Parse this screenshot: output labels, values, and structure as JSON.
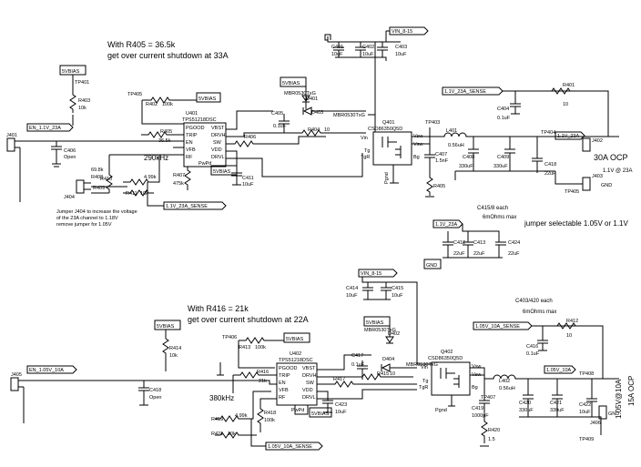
{
  "notes": {
    "top_r405": "With R405 = 36.5k",
    "top_r405_2": "get over current shutdown at 33A",
    "bottom_r416": "With R416 = 21k",
    "bottom_r416_2": "get over current shutdown at 22A",
    "jumper1": "Jumper J404 to increase the voltage",
    "jumper2": "of the 23A channel to 1.18V",
    "jumper3": "remove jumper for 1.05V",
    "c415": "C415/8 each",
    "c415b": "6mOhms max",
    "jumper_sel": "jumper selectable 1.05V or 1.1V",
    "c403": "C403/420 each",
    "c403b": "6mOhms max",
    "ocp30": "30A OCP",
    "out11": "1.1V @ 23A",
    "ocp15": "15A OCP",
    "out105": "1.05V@10A"
  },
  "nets": {
    "vin_top": "VIN_8-15",
    "vin_bot": "VIN_8-15",
    "vbias1": "5VBIAS",
    "vbias2": "5VBIAS",
    "vbias3": "5VBIAS",
    "vbias4": "5VBIAS",
    "vbias5": "5VBIAS",
    "vbias6": "5VBIAS",
    "vbias7": "5VBIAS",
    "en_11": "EN_1.1V_23A",
    "en_105": "EN_1.05V_10A",
    "sense_11a": "1.1V_23A_SENSE",
    "sense_11b": "1.1V_23A_SENSE",
    "out_11": "1.1V_23A",
    "out_11b": "1.1V_23A",
    "gnd": "GND",
    "sense_105a": "1.05V_10A_SENSE",
    "sense_105b": "1.05V_10A_SENSE",
    "out_105": "1.05V_10A"
  },
  "refs": {
    "tp401": "TP401",
    "r403": "R403",
    "r403v": "10k",
    "tp405": "TP405",
    "r402": "R402",
    "r402v": "100k",
    "u401": "U401",
    "u401p": "TPS51218DSC",
    "r405": "R405",
    "r405v": "36.5k",
    "f290": "290kHz",
    "r408": "R408",
    "r408v": "69.8k",
    "r410": "R410",
    "r410v": "4.99k",
    "r409": "R409",
    "r411": "R411",
    "r411v": "10k",
    "r407": "R407",
    "r407v": "475k",
    "c405": "C405",
    "c405v": "0.1uF",
    "d401": "D401",
    "d401p": "MBR0530TxG",
    "d403": "D403",
    "d403p": "MBR0530TxG",
    "r404": "R404",
    "r404v": "10",
    "r406": "R406",
    "c411": "C411",
    "c411v": "10uF",
    "c401": "C401",
    "c401v": "10uF",
    "c402": "C402",
    "c402v": "10uF",
    "c403": "C403",
    "c403v": "10uF",
    "q401": "Q401",
    "q401p": "CSD86350Q5D",
    "tp403": "TP403",
    "l401": "L401",
    "l401v": "0.56uH",
    "c407": "C407",
    "c407v": "1.5nF",
    "c408": "C408",
    "c408v": "330uF",
    "c409": "C409",
    "c409v": "330uF",
    "c418": "C418",
    "c418v": "22uF",
    "r405b": "R405",
    "c404": "C404",
    "c404v": "0.1uF",
    "r401": "R401",
    "r401v": "10",
    "tp404": "TP404",
    "tp405b": "TP405",
    "j402": "J402",
    "j403": "J403",
    "gndlbl": "GND",
    "c406": "C406",
    "c406v": "Open",
    "j401": "J401",
    "j404": "J404",
    "c412": "C412",
    "c413": "C413",
    "c424": "C424",
    "c22uf": "22uF",
    "c414": "C414",
    "c414v": "10uF",
    "c415": "C415",
    "c415v": "10uF",
    "tp406": "TP406",
    "r413": "R413",
    "r413v": "100k",
    "r414": "R414",
    "r414v": "10k",
    "u402": "U402",
    "u402p": "TPS51218DSC",
    "r416": "R416",
    "r416v": "21k",
    "f380": "380kHz",
    "r419": "R419",
    "r419v": "4.99k",
    "r421": "R421",
    "r421v": "10k",
    "r418": "R418",
    "r418v": "100k",
    "c417": "C417",
    "c417v": "0.1uF",
    "d402": "D402",
    "d402p": "MBR0530TxG",
    "d404": "D404",
    "d404p": "MBR0530TxG",
    "r415": "R415",
    "r415v": "10",
    "r417": "R417",
    "c423": "C423",
    "c423v": "10uF",
    "q402": "Q402",
    "q402p": "CSD86350Q5D",
    "tp407": "TP407",
    "l402": "L402",
    "l402v": "0.56uH",
    "c419": "C419",
    "c419v": "1000pF",
    "r420": "R420",
    "r420v": "1.5",
    "c420": "C420",
    "c420v": "330uF",
    "c421": "C421",
    "c421v": "330uF",
    "c422": "C422",
    "c422v": "10uF",
    "c416": "C416",
    "c416v": "0.1uF",
    "r412": "R412",
    "r412v": "10",
    "tp408": "TP408",
    "tp409": "TP409",
    "j406": "J406",
    "gnd2": "GND",
    "c418b": "C418",
    "c418bv": "Open",
    "j405": "J405"
  },
  "pins": {
    "pgood": "PGOOD",
    "trip": "TRIP",
    "en": "EN",
    "vfb": "VFB",
    "rf": "RF",
    "vbst": "VBST",
    "drvh": "DRVH",
    "sw": "SW",
    "vdd": "VDD",
    "drvl": "DRVL",
    "pwpd": "PwPd",
    "vin": "Vin",
    "vsw": "Vsw",
    "tg": "Tg",
    "bg": "Bg",
    "pgnd": "Pgnd",
    "tgr": "TgR"
  }
}
